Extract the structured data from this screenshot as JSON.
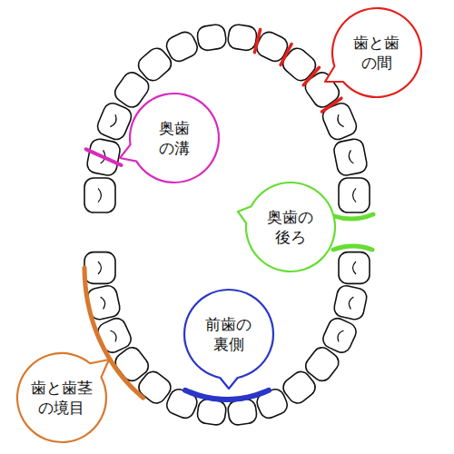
{
  "diagram": {
    "nodes": [
      {
        "text": [
          "歯と歯 の間"
        ]
      },
      {
        "text": [
          "奥歯 の溝"
        ]
      },
      {
        "text": [
          "奥歯の 後ろ"
        ]
      },
      {
        "text": [
          "前歯の 裏側"
        ]
      },
      {
        "text": [
          "歯と歯茎 の境目"
        ]
      }
    ]
  }
}
